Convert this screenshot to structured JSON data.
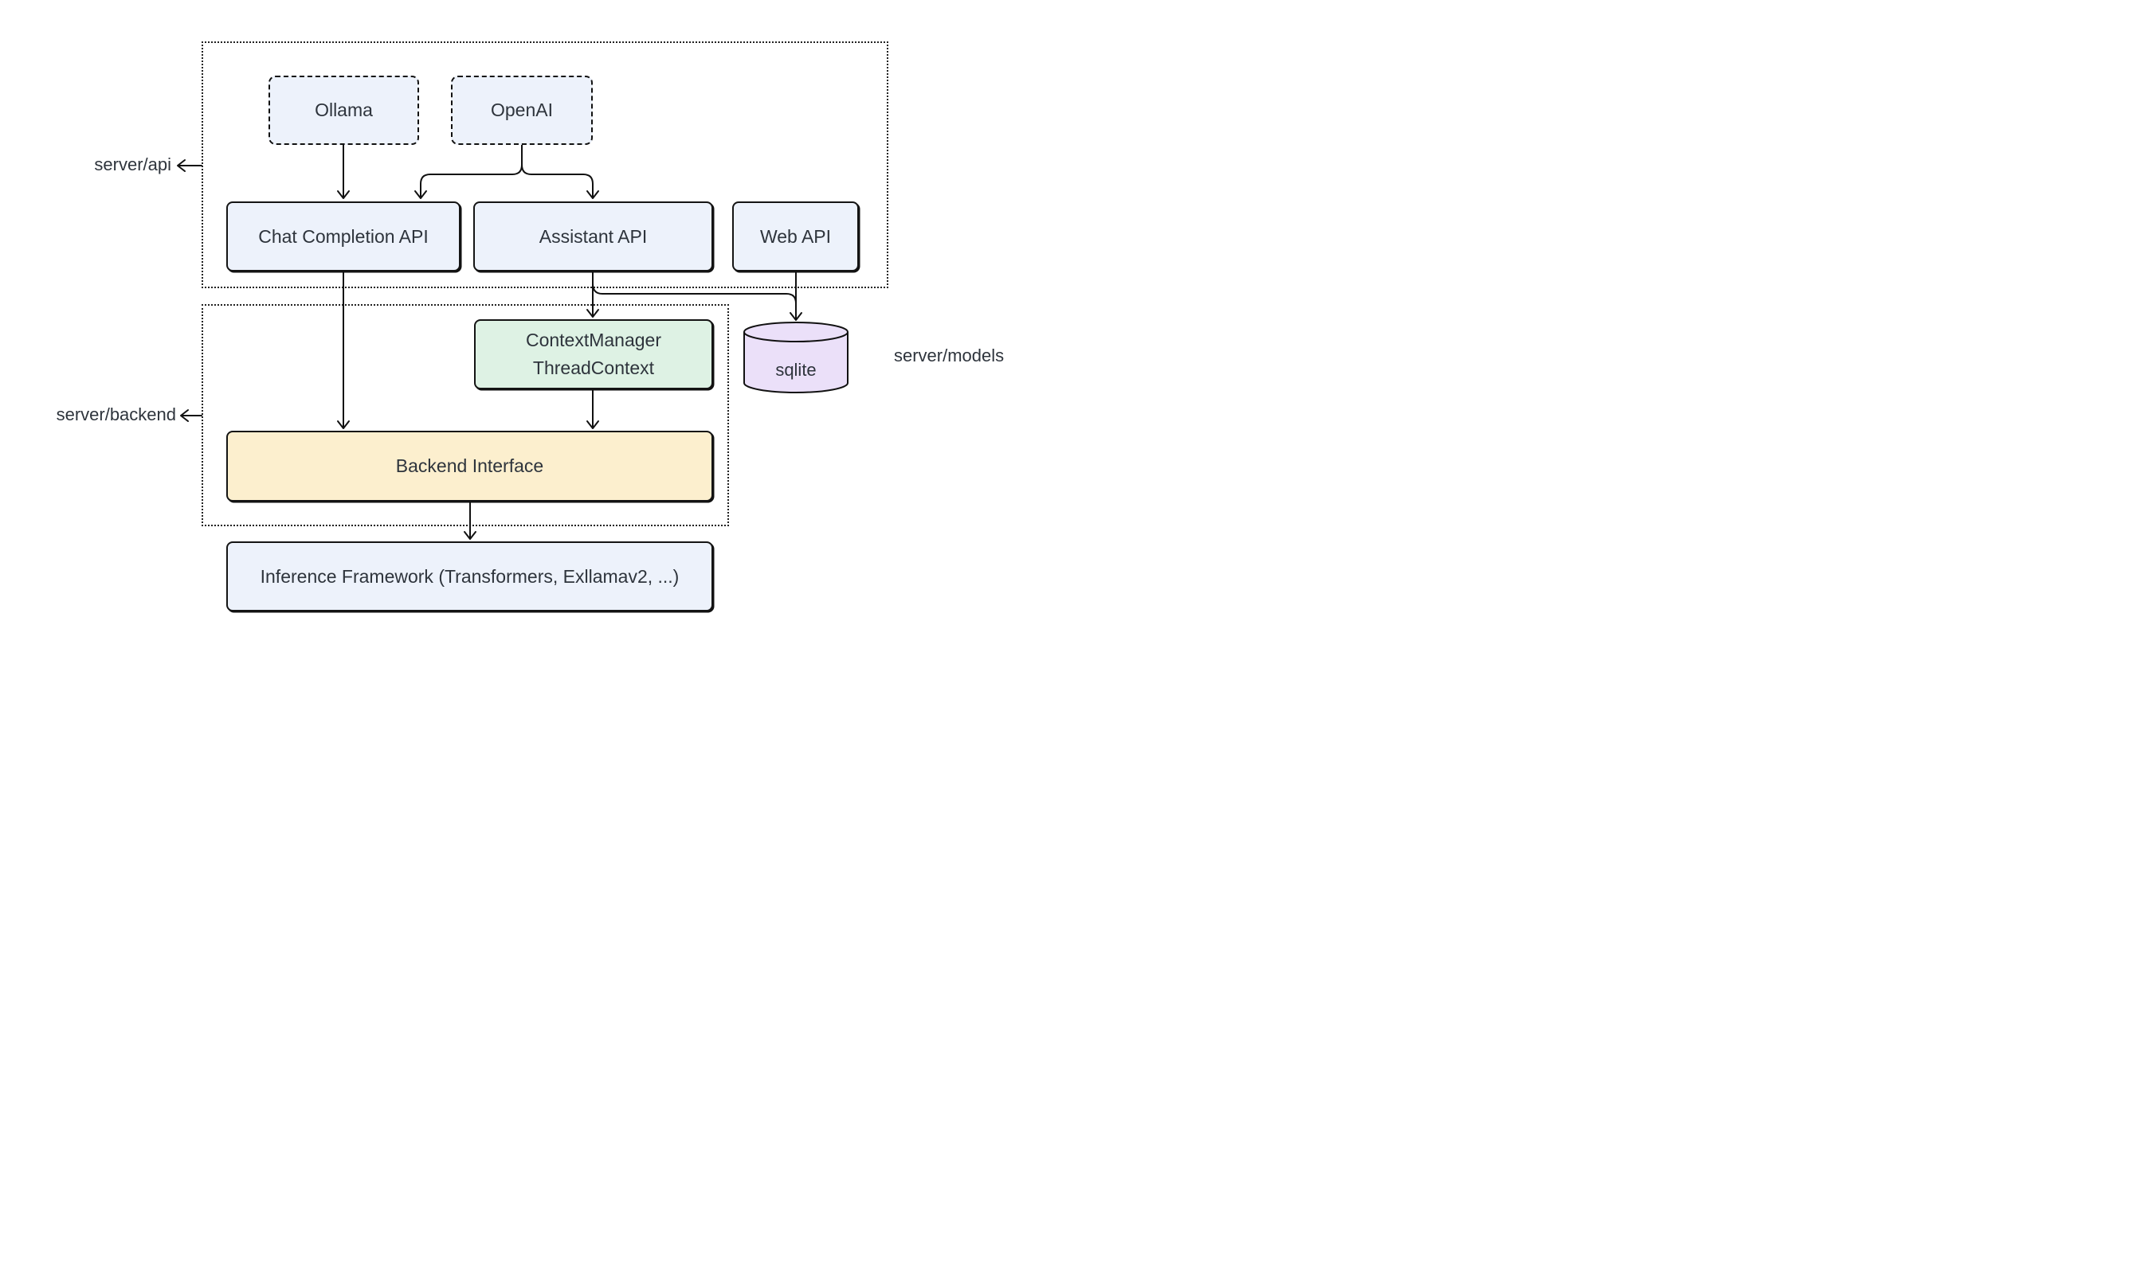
{
  "page": {
    "background": "#ffffff"
  },
  "diagram": {
    "type": "architecture-flowchart",
    "labels": {
      "server_api": "server/api",
      "server_backend": "server/backend",
      "server_models": "server/models"
    },
    "nodes": {
      "ollama": {
        "label": "Ollama",
        "fill": "#EDF2FB",
        "border": "dashed"
      },
      "openai": {
        "label": "OpenAI",
        "fill": "#EDF2FB",
        "border": "dashed"
      },
      "chat_completion_api": {
        "label": "Chat Completion API",
        "fill": "#EDF2FB",
        "border": "solid"
      },
      "assistant_api": {
        "label": "Assistant API",
        "fill": "#EDF2FB",
        "border": "solid"
      },
      "web_api": {
        "label": "Web API",
        "fill": "#EDF2FB",
        "border": "solid"
      },
      "context_manager": {
        "label_line1": "ContextManager",
        "label_line2": "ThreadContext",
        "fill": "#DEF2E4",
        "border": "solid"
      },
      "sqlite": {
        "label": "sqlite",
        "fill": "#EBE0F9",
        "shape": "cylinder"
      },
      "backend_interface": {
        "label": "Backend Interface",
        "fill": "#FCEFCE",
        "border": "solid"
      },
      "inference_framework": {
        "label": "Inference Framework (Transformers, Exllamav2, ...)",
        "fill": "#EDF2FB",
        "border": "solid"
      }
    },
    "edges": [
      {
        "from": "Ollama",
        "to": "Chat Completion API"
      },
      {
        "from": "OpenAI",
        "to": "Chat Completion API"
      },
      {
        "from": "OpenAI",
        "to": "Assistant API"
      },
      {
        "from": "Chat Completion API",
        "to": "Backend Interface"
      },
      {
        "from": "Assistant API",
        "to": "ContextManager ThreadContext"
      },
      {
        "from": "Assistant API",
        "to": "sqlite"
      },
      {
        "from": "Web API",
        "to": "sqlite"
      },
      {
        "from": "ContextManager ThreadContext",
        "to": "Backend Interface"
      },
      {
        "from": "Backend Interface",
        "to": "Inference Framework (Transformers, Exllamav2, ...)"
      }
    ],
    "colors": {
      "stroke": "#111111",
      "text": "#2E343C",
      "node_blue": "#EDF2FB",
      "node_green": "#DEF2E4",
      "node_yellow": "#FCEFCE",
      "node_purple": "#EBE0F9",
      "container_border": "#222222"
    }
  }
}
